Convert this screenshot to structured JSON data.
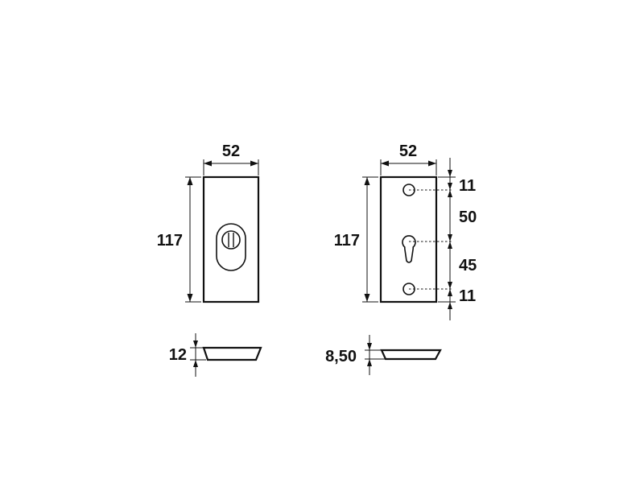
{
  "dimensions": {
    "left_plate": {
      "width": "52",
      "height": "117",
      "thickness": "12"
    },
    "right_plate": {
      "width": "52",
      "height": "117",
      "thickness": "8,50",
      "offset_top": "11",
      "offset_upper": "50",
      "offset_lower": "45",
      "offset_bottom": "11"
    }
  },
  "colors": {
    "line": "#111111",
    "background": "#ffffff"
  }
}
